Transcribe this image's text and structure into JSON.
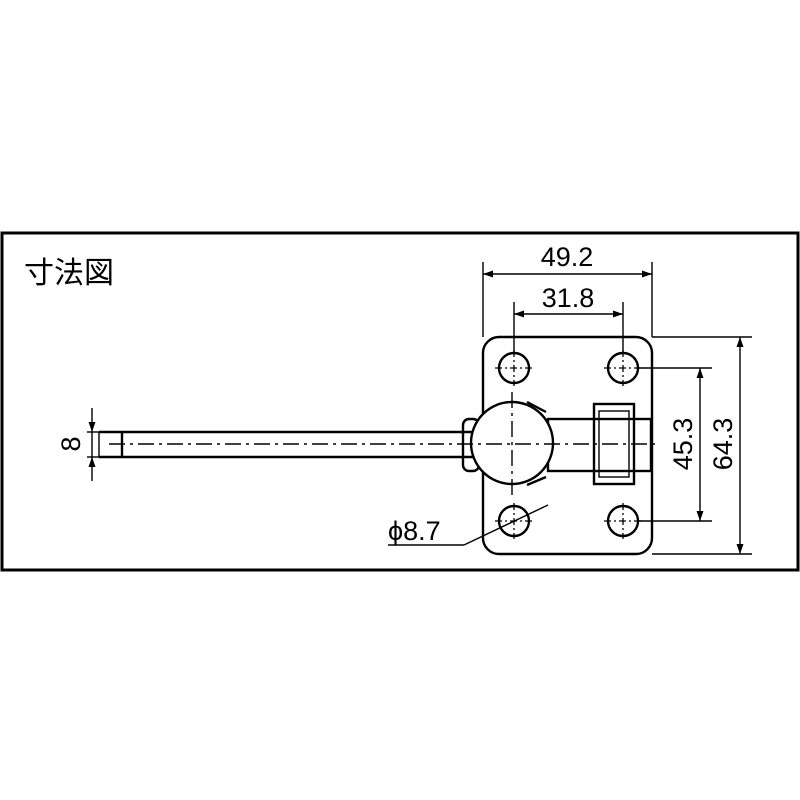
{
  "title": "寸法図",
  "dimensions": {
    "overall_width": "49.2",
    "hole_pitch_horizontal": "31.8",
    "hole_pitch_vertical": "45.3",
    "overall_height": "64.3",
    "handle_diameter": "8",
    "hole_diameter": "ϕ8.7"
  }
}
